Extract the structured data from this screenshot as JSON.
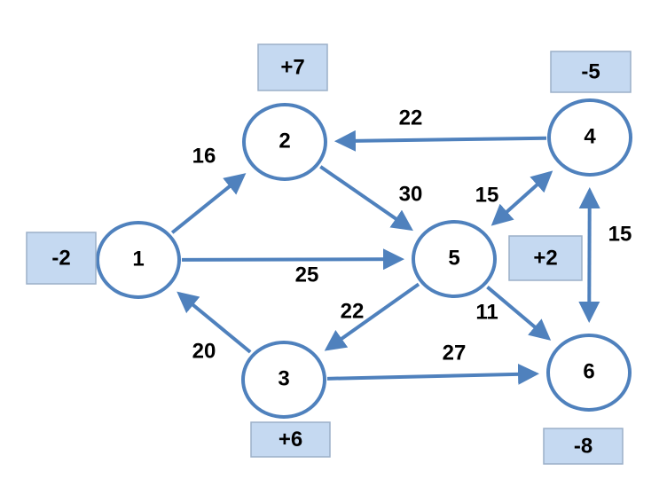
{
  "colors": {
    "edge": "#4f81bd",
    "node_stroke": "#4f81bd",
    "node_fill": "#ffffff",
    "box_fill": "#c5d9f1",
    "text": "#000000"
  },
  "nodes": [
    {
      "id": "1",
      "label": "1",
      "supply": "-2"
    },
    {
      "id": "2",
      "label": "2",
      "supply": "+7"
    },
    {
      "id": "3",
      "label": "3",
      "supply": "+6"
    },
    {
      "id": "4",
      "label": "4",
      "supply": "-5"
    },
    {
      "id": "5",
      "label": "5",
      "supply": "+2"
    },
    {
      "id": "6",
      "label": "6",
      "supply": "-8"
    }
  ],
  "edges": [
    {
      "from": "1",
      "to": "2",
      "label": "16",
      "bidirectional": false
    },
    {
      "from": "1",
      "to": "5",
      "label": "25",
      "bidirectional": false
    },
    {
      "from": "2",
      "to": "5",
      "label": "30",
      "bidirectional": false
    },
    {
      "from": "4",
      "to": "2",
      "label": "22",
      "bidirectional": false
    },
    {
      "from": "5",
      "to": "4",
      "label": "15",
      "bidirectional": true
    },
    {
      "from": "4",
      "to": "6",
      "label": "15",
      "bidirectional": true
    },
    {
      "from": "5",
      "to": "3",
      "label": "22",
      "bidirectional": false
    },
    {
      "from": "5",
      "to": "6",
      "label": "11",
      "bidirectional": false
    },
    {
      "from": "3",
      "to": "1",
      "label": "20",
      "bidirectional": false
    },
    {
      "from": "3",
      "to": "6",
      "label": "27",
      "bidirectional": false
    }
  ]
}
